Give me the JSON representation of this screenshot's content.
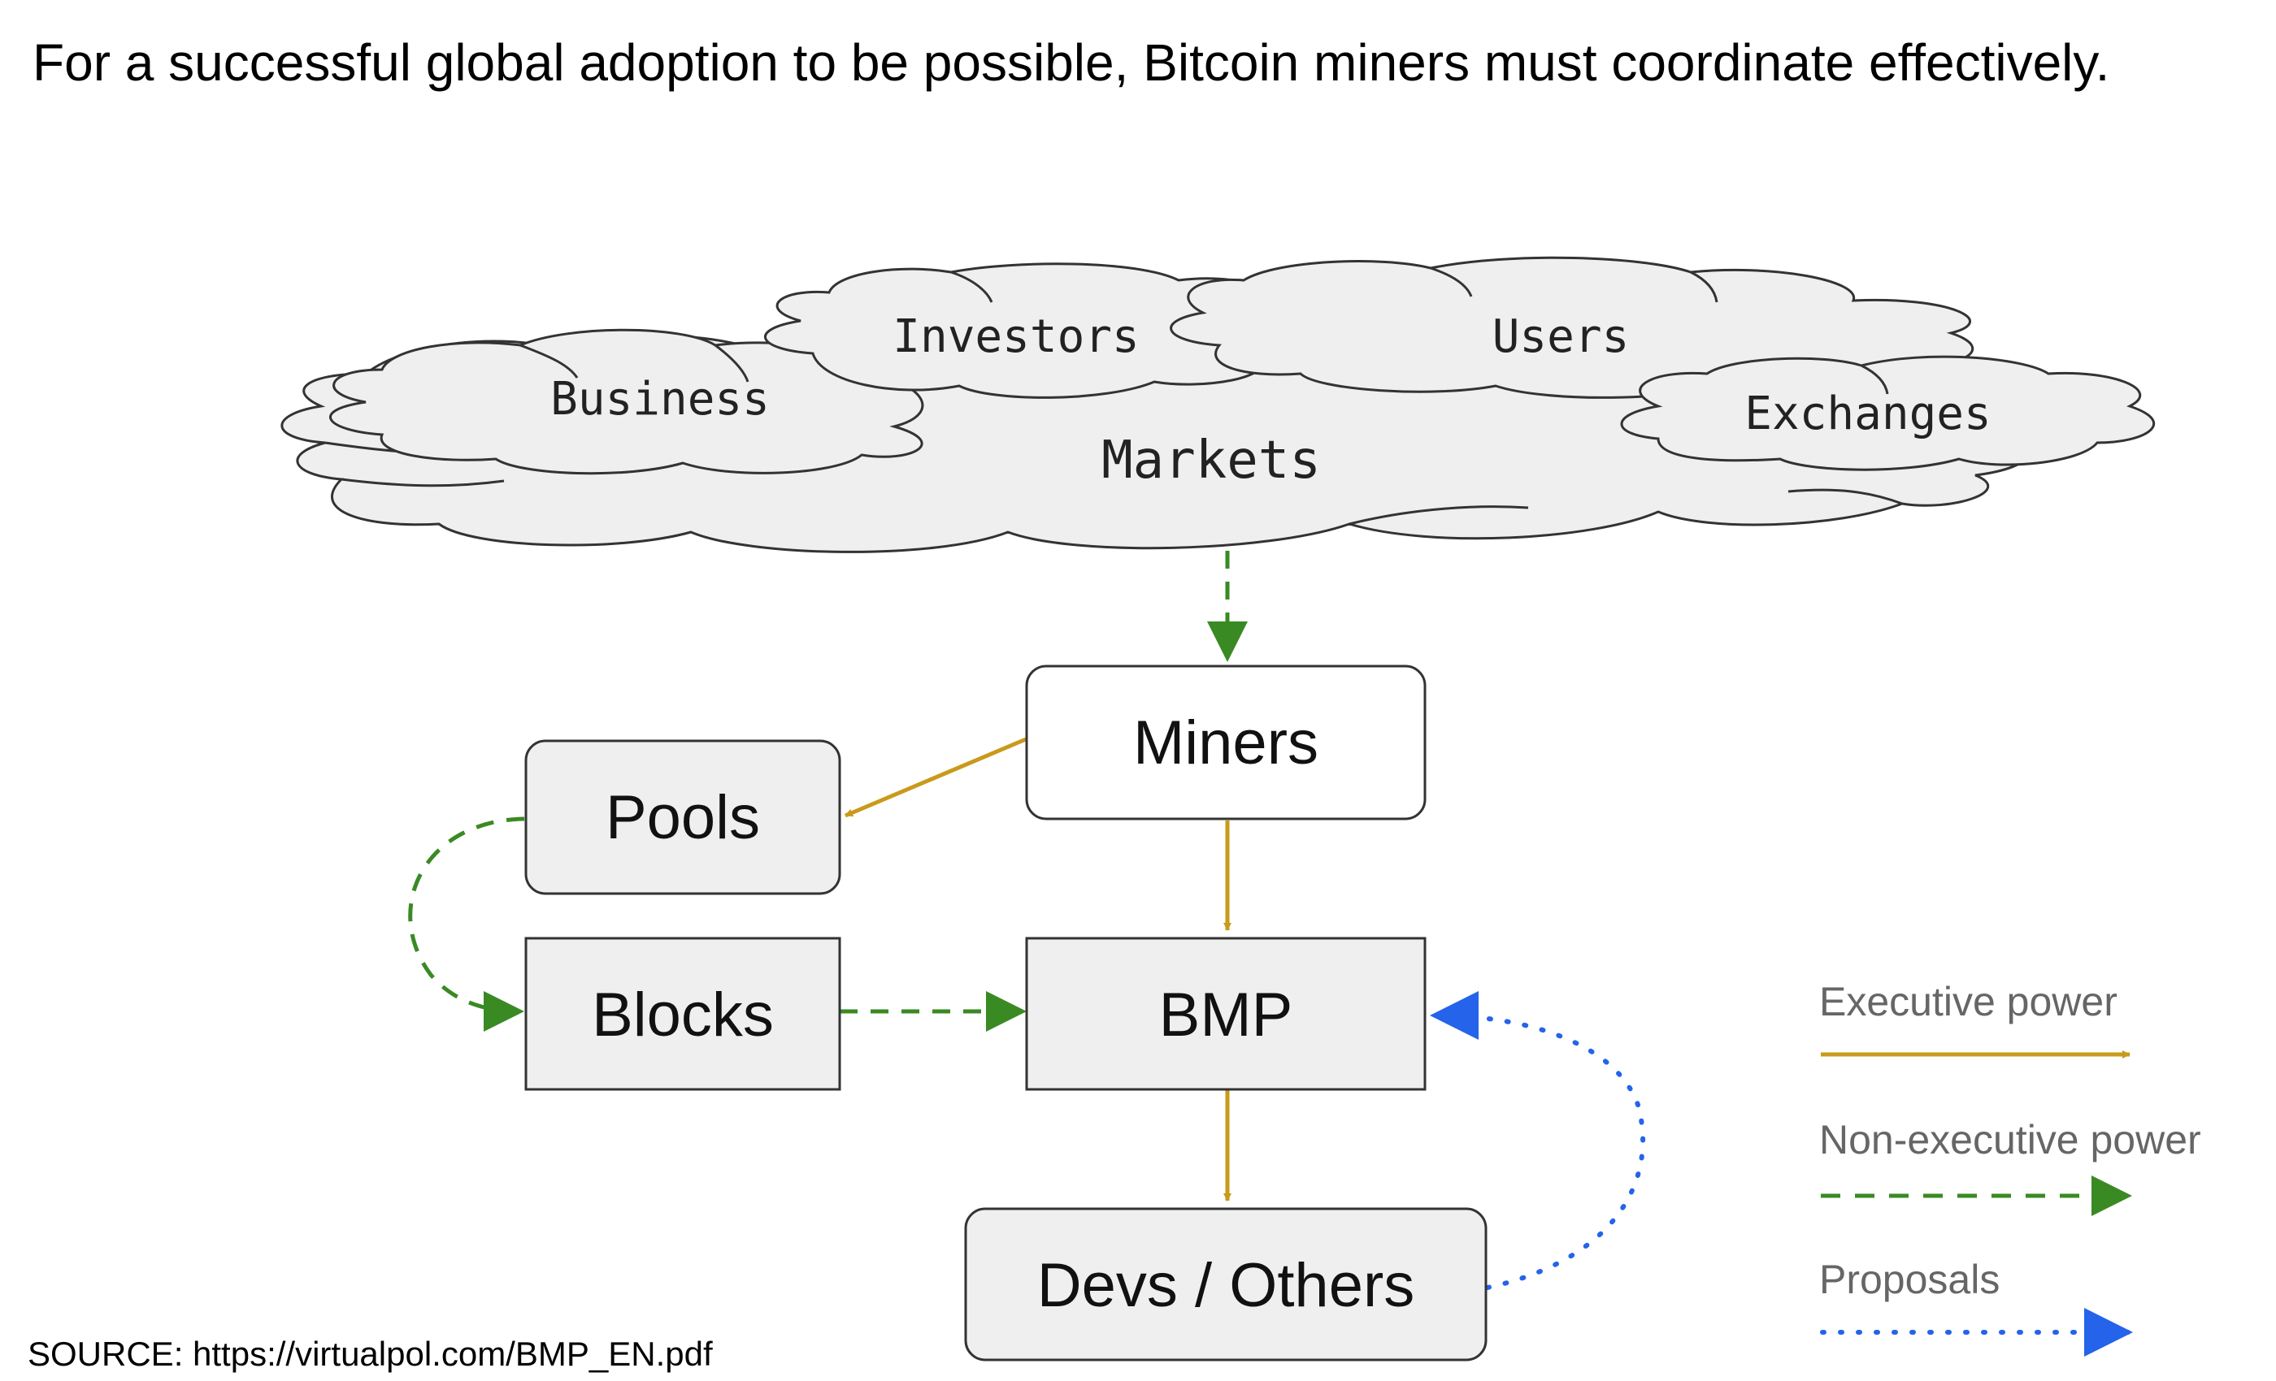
{
  "headline": "For a successful global adoption to be possible, Bitcoin miners must coordinate effectively.",
  "source": "SOURCE: https://virtualpol.com/BMP_EN.pdf",
  "clouds": {
    "markets": "Markets",
    "business": "Business",
    "investors": "Investors",
    "users": "Users",
    "exchanges": "Exchanges"
  },
  "nodes": {
    "miners": "Miners",
    "pools": "Pools",
    "blocks": "Blocks",
    "bmp": "BMP",
    "devs": "Devs / Others"
  },
  "legend": {
    "executive": "Executive power",
    "non_executive": "Non-executive power",
    "proposals": "Proposals"
  },
  "colors": {
    "executive": "#c99a1b",
    "non_executive": "#3a8a23",
    "proposals": "#2563eb",
    "box_fill_gray": "#efefef",
    "box_stroke": "#333333"
  }
}
